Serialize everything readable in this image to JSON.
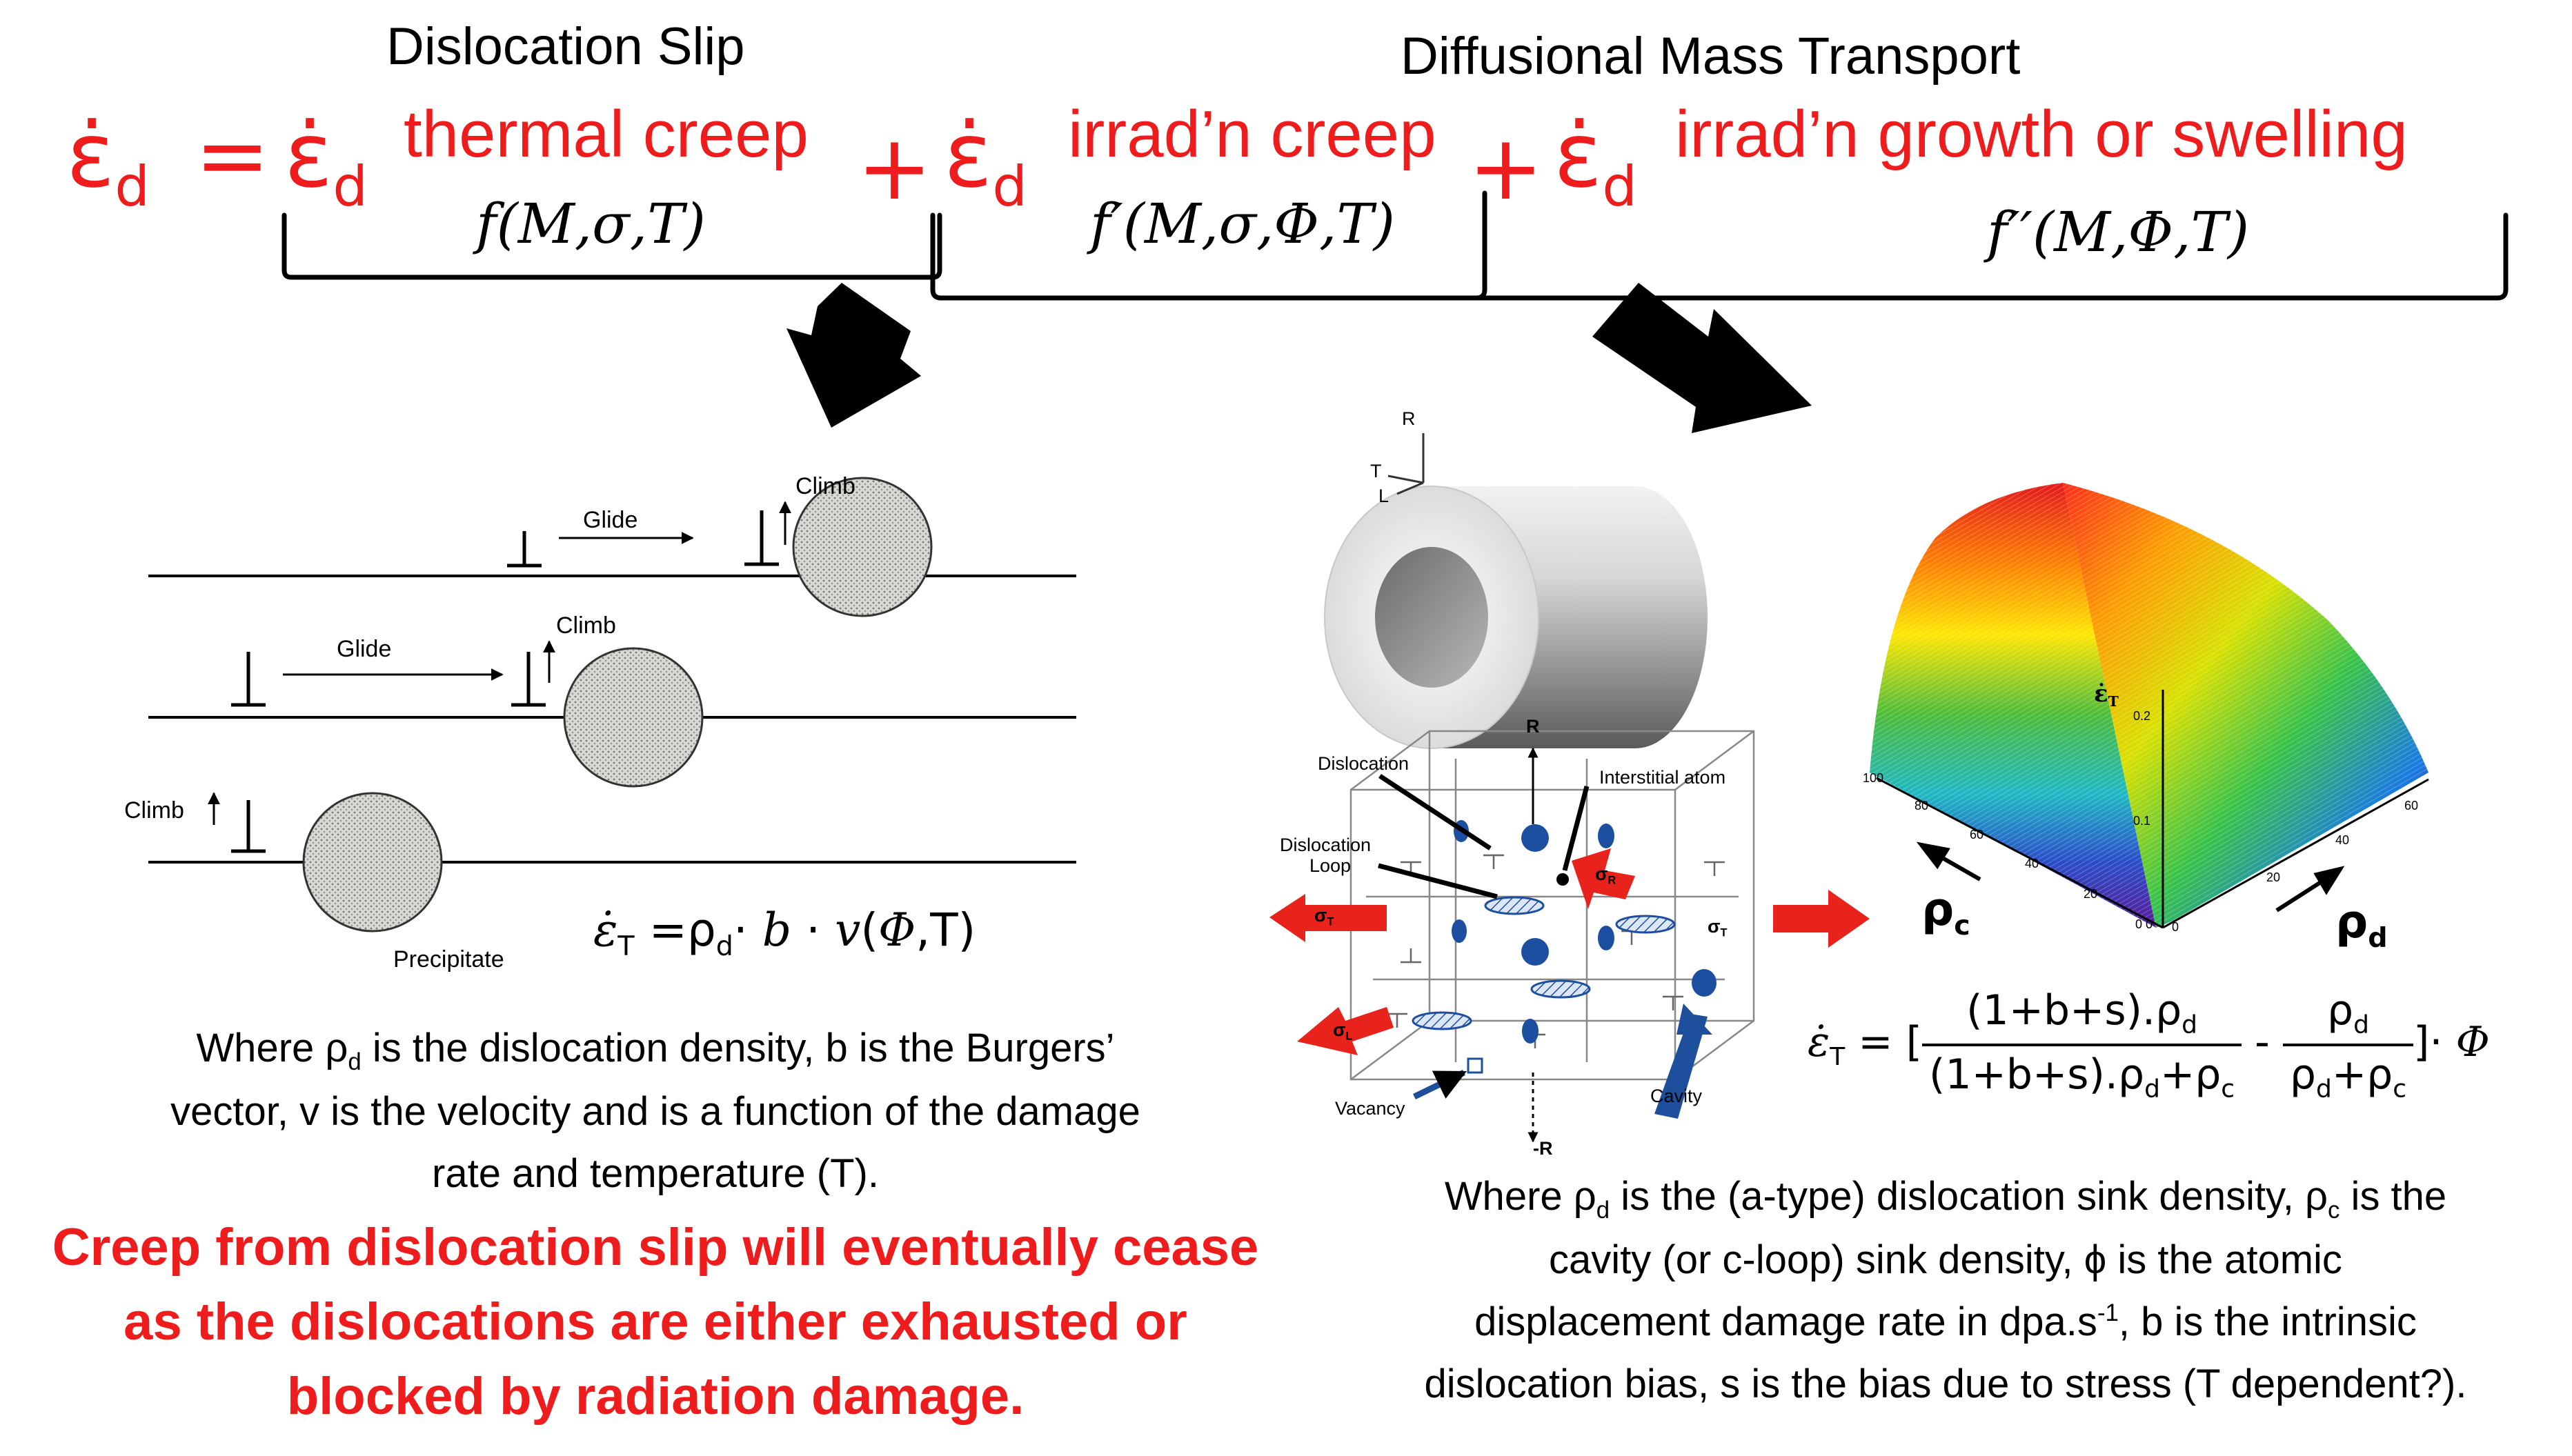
{
  "headings": {
    "left": "Dislocation Slip",
    "right": "Diffusional Mass Transport"
  },
  "equation": {
    "lhs_symbol": "ε̇",
    "lhs_sub": "d",
    "equals": "=",
    "plus": "+",
    "term_symbol": "ε̇",
    "term_sub": "d",
    "term1_label": "thermal creep",
    "term1_func": "f(M,σ,T)",
    "term2_label": "irrad’n creep",
    "term2_func": "f′(M,σ,Φ,T)",
    "term3_label": "irrad’n growth or swelling",
    "term3_func": "f′′(M,Φ,T)"
  },
  "slip_diagram": {
    "glide_label": "Glide",
    "climb_label": "Climb",
    "precipitate_label": "Precipitate",
    "formula": {
      "lhs": "ε̇",
      "lhs_sub": "T",
      "eq": " =ρ",
      "rho_sub": "d",
      "dot": "· ",
      "b": "b",
      "dot2": " · ",
      "v": "v",
      "args_open": "(",
      "phi": "Φ",
      "args_close": ",T)"
    }
  },
  "left_text": {
    "line1_pre": "Where ρ",
    "line1_sub": "d",
    "line1_post": " is the dislocation density, b is the Burgers’",
    "line2": "vector, v is the velocity and is a function of the damage",
    "line3": "rate and temperature (T)."
  },
  "conclusion": {
    "line1": "Creep from dislocation slip will eventually cease",
    "line2": "as the dislocations are either exhausted or",
    "line3": "blocked by radiation damage."
  },
  "tube": {
    "axis_R": "R",
    "axis_T": "T",
    "axis_L": "L"
  },
  "cube_diagram": {
    "R": "R",
    "minus_R": "-R",
    "dislocation": "Dislocation",
    "dislocation_loop_1": "Dislocation",
    "dislocation_loop_2": "Loop",
    "interstitial": "Interstitial atom",
    "vacancy": "Vacancy",
    "cavity": "Cavity",
    "sigma": "σ",
    "sigma_sub_T": "T",
    "sigma_sub_L": "L",
    "sigma_sub_R": "R",
    "stress_color": "#e8231c",
    "arrow_color": "#1d4f9c",
    "blob_color": "#1c4fa0"
  },
  "surface_plot": {
    "z_label": "ε̇",
    "z_sub": "T",
    "z_ticks": [
      "0.2",
      "0.1",
      "0"
    ],
    "left_ticks": [
      "100",
      "80",
      "60",
      "40",
      "20",
      "0"
    ],
    "right_ticks": [
      "0",
      "20",
      "40",
      "60"
    ],
    "rho_c": "ρ",
    "rho_c_sub": "c",
    "rho_d": "ρ",
    "rho_d_sub": "d"
  },
  "diffusion_formula": {
    "lhs": "ε̇",
    "lhs_sub": "T",
    "eq": " = [",
    "num1": "(1+b+s).ρ",
    "num1_sub": "d",
    "den1": "(1+b+s).ρ",
    "den1_sub": "d",
    "den1_tail": "+ρ",
    "den1_tail_sub": "c",
    "minus": " - ",
    "num2": "ρ",
    "num2_sub": "d",
    "den2": "ρ",
    "den2_sub": "d",
    "den2_tail": "+ρ",
    "den2_tail_sub": "c",
    "tail": "]· ",
    "phi": "Φ"
  },
  "right_text": {
    "line1_a": "Where ρ",
    "line1_a_sub": "d",
    "line1_b": " is the (a-type) dislocation sink density, ρ",
    "line1_b_sub": "c",
    "line1_c": " is the",
    "line2": "cavity (or c-loop) sink density, ϕ is the atomic",
    "line3_a": "displacement damage rate in dpa.s",
    "line3_sup": "-1",
    "line3_b": ", b is the intrinsic",
    "line4": "dislocation bias, s is the bias due to stress (T dependent?)."
  }
}
